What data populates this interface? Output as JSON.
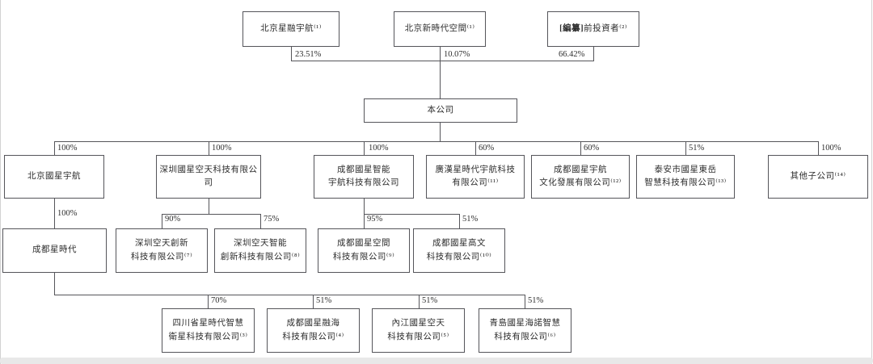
{
  "chart": {
    "title": "corporate-shareholding-structure",
    "company": {
      "label": "本公司"
    },
    "shareholders": [
      {
        "label": "北京星融宇航⁽¹⁾",
        "percent": "23.51%"
      },
      {
        "label": "北京新時代空間⁽¹⁾",
        "percent": "10.07%"
      },
      {
        "label_bold": "[編纂]",
        "label": "前投資者⁽²⁾",
        "percent": "66.42%"
      }
    ],
    "subsidiaries": [
      {
        "label": "北京國星宇航",
        "percent": "100%"
      },
      {
        "label": "深圳國星空天科技有限公司",
        "percent": "100%"
      },
      {
        "label": "成都國星智能\n宇航科技有限公司",
        "percent": "100%"
      },
      {
        "label": "廣漢星時代宇航科技\n有限公司⁽¹¹⁾",
        "percent": "60%"
      },
      {
        "label": "成都國星宇航\n文化發展有限公司⁽¹²⁾",
        "percent": "60%"
      },
      {
        "label": "泰安市國星東岳\n智慧科技有限公司⁽¹³⁾",
        "percent": "51%"
      },
      {
        "label": "其他子公司⁽¹⁴⁾",
        "percent": "100%"
      }
    ],
    "sub_subsidiaries": [
      {
        "label": "成都星時代",
        "percent": "100%"
      },
      {
        "label": "深圳空天創新\n科技有限公司⁽⁷⁾",
        "percent": "90%"
      },
      {
        "label": "深圳空天智能\n創新科技有限公司⁽⁸⁾",
        "percent": "75%"
      },
      {
        "label": "成都國星空間\n科技有限公司⁽⁹⁾",
        "percent": "95%"
      },
      {
        "label": "成都國星高文\n科技有限公司⁽¹⁰⁾",
        "percent": "51%"
      }
    ],
    "star_era_subsidiaries": [
      {
        "label": "四川省星時代智慧\n衛星科技有限公司⁽³⁾",
        "percent": "70%"
      },
      {
        "label": "成都國星融海\n科技有限公司⁽⁴⁾",
        "percent": "51%"
      },
      {
        "label": "內江國星空天\n科技有限公司⁽⁵⁾",
        "percent": "51%"
      },
      {
        "label": "青島國星海諾智慧\n科技有限公司⁽⁶⁾",
        "percent": "51%"
      }
    ],
    "line_color": "#55555a"
  }
}
